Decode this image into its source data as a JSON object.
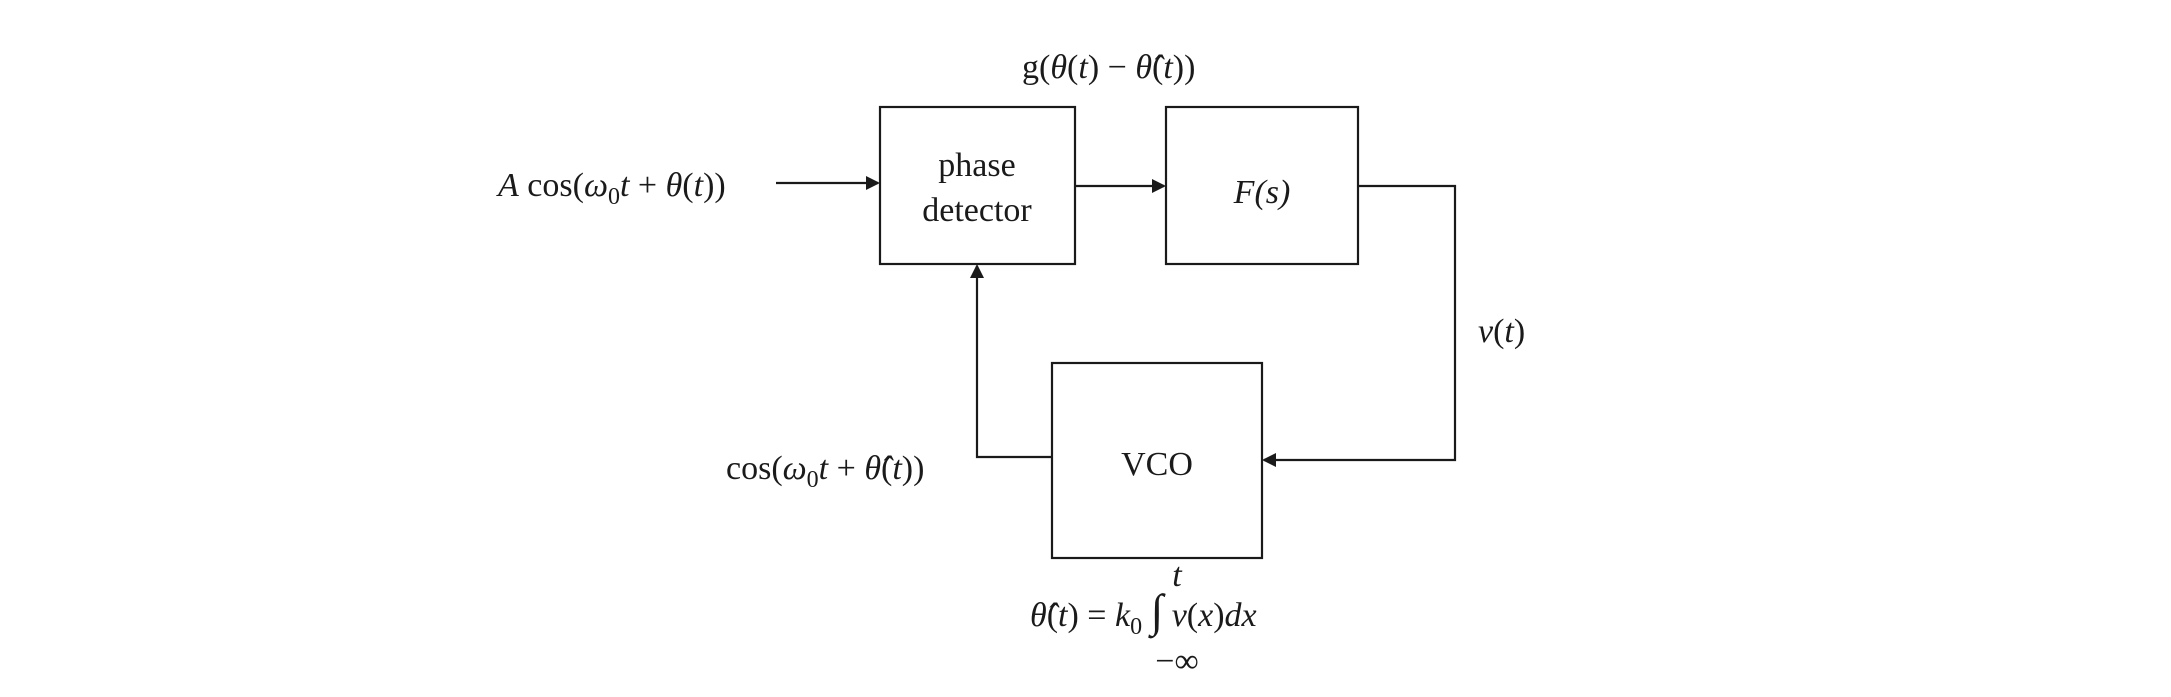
{
  "blocks": {
    "phase_detector": {
      "line1": "phase",
      "line2": "detector"
    },
    "filter": {
      "label": "F(s)"
    },
    "vco": {
      "label": "VCO"
    }
  },
  "signals": {
    "input": "A cos(ω0t + θ(t))",
    "detector_output": "g(θ(t) − θ̂(t))",
    "control_voltage": "v(t)",
    "feedback": "cos(ω0t + θ̂(t))",
    "vco_phase_equation": "θ̂(t) = k0 ∫ v(x)dx",
    "integral_upper_limit": "t",
    "integral_lower_limit": "−∞"
  },
  "colors": {
    "ink": "#1a1a1a",
    "background": "#ffffff"
  }
}
